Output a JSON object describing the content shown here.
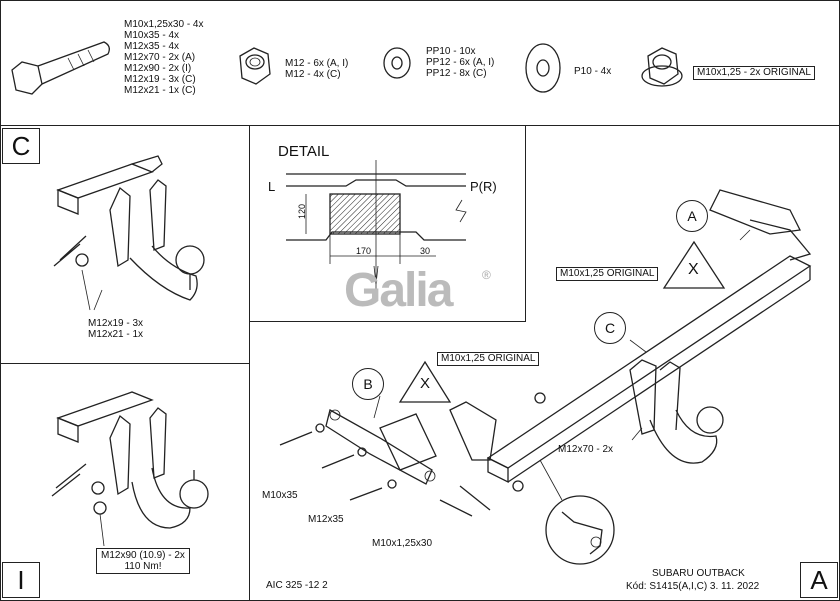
{
  "hardware_legend": {
    "bolt_specs": [
      "M10x1,25x30 - 4x",
      "M10x35 - 4x",
      "M12x35 - 4x",
      "M12x70 - 2x (A)",
      "M12x90 - 2x (I)",
      "M12x19 - 3x (C)",
      "M12x21 - 1x (C)"
    ],
    "nut_specs": [
      "M12 - 6x (A, I)",
      "M12 - 4x (C)"
    ],
    "washer_specs": [
      "PP10 - 10x",
      "PP12 - 6x (A, I)",
      "PP12 - 8x (C)"
    ],
    "flat_washer_spec": "P10 - 4x",
    "original_nut_spec": "M10x1,25 - 2x ORIGINAL"
  },
  "panel_c": {
    "letter": "C",
    "bolts": [
      "M12x19 - 3x",
      "M12x21 - 1x"
    ]
  },
  "panel_i": {
    "letter": "I",
    "bolts": [
      "M12x90 (10.9) - 2x",
      "110 Nm!"
    ]
  },
  "detail": {
    "title": "DETAIL",
    "left": "L",
    "right": "P(R)",
    "dim_height": "120",
    "dim_width": "170",
    "dim_offset": "30"
  },
  "logo": {
    "text": "Galia",
    "mark": "®"
  },
  "main": {
    "callout_a": "A",
    "callout_b": "B",
    "callout_c": "C",
    "warning_x": "X",
    "orig_label_1": "M10x1,25 ORIGINAL",
    "orig_label_2": "M10x1,25 ORIGINAL",
    "bolt_m12x70": "M12x70 - 2x",
    "bolt_m10x35": "M10x35",
    "bolt_m12x35": "M12x35",
    "bolt_m10x125x30": "M10x1,25x30"
  },
  "footer": {
    "drawing_no": "AIC 325 -12 2",
    "vehicle": "SUBARU OUTBACK",
    "code": "Kód: S1415(A,I,C)  3. 11. 2022",
    "variant": "A"
  }
}
